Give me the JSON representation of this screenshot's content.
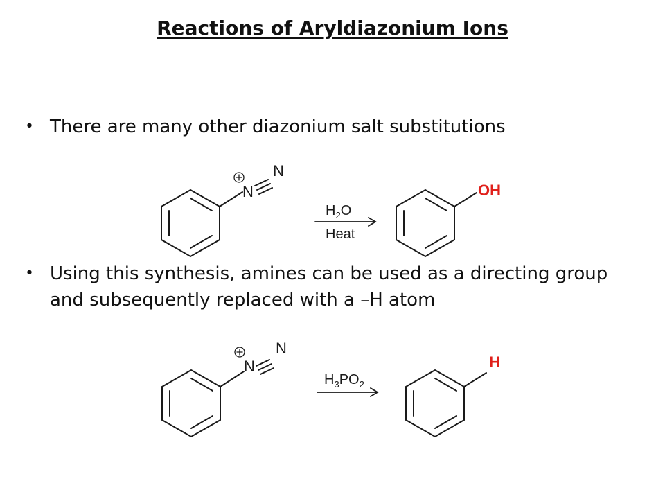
{
  "slide": {
    "title": "Reactions of Aryldiazonium Ions",
    "bullets": [
      "There are many other diazonium salt substitutions",
      "Using this synthesis, amines can be used as a directing group and subsequently replaced with a –H atom"
    ],
    "bullet_marker": "•"
  },
  "reaction_1": {
    "charge": "+",
    "n_inner": "N",
    "n_outer": "N",
    "reagent_main": "H",
    "reagent_sub": "2",
    "reagent_end": "O",
    "condition": "Heat",
    "product_group": "OH",
    "product_color": "#e0201b"
  },
  "reaction_2": {
    "charge": "+",
    "n_inner": "N",
    "n_outer": "N",
    "reagent_part1": "H",
    "reagent_sub1": "3",
    "reagent_part2": "PO",
    "reagent_sub2": "2",
    "product_group": "H",
    "product_color": "#e0201b"
  }
}
